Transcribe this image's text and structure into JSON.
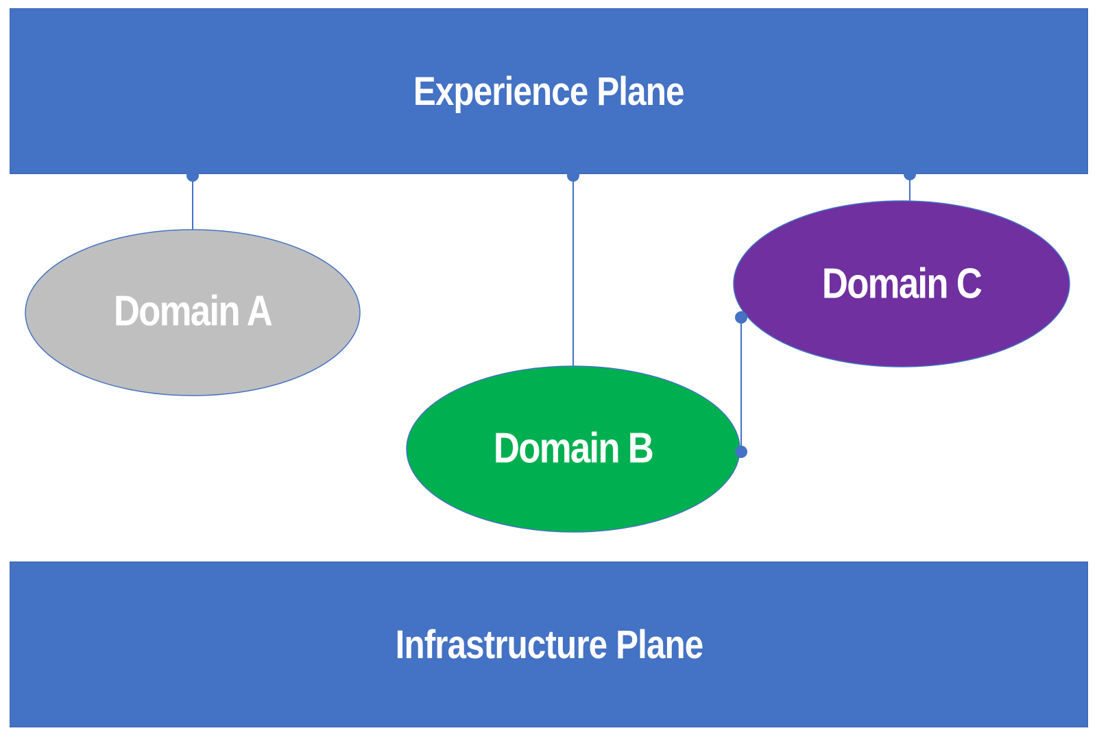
{
  "experience_plane": {
    "label": "Experience Plane"
  },
  "infrastructure_plane": {
    "label": "Infrastructure Plane"
  },
  "domains": {
    "a": {
      "label": "Domain A",
      "color": "#bfbfbf"
    },
    "b": {
      "label": "Domain B",
      "color": "#00b050"
    },
    "c": {
      "label": "Domain C",
      "color": "#7030a0"
    }
  },
  "colors": {
    "plane": "#4472c4",
    "connector": "#4472c4",
    "connector_dot": "#4472c4"
  }
}
